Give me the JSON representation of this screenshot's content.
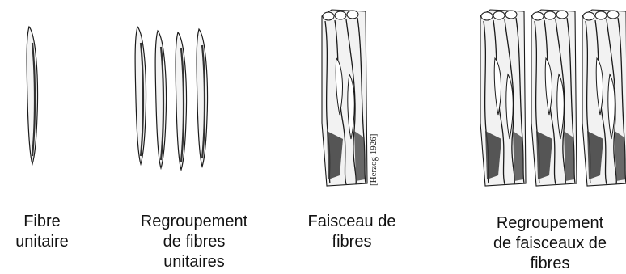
{
  "figure": {
    "credit": "[Herzog 1926]",
    "panels": [
      {
        "id": "single-fiber",
        "caption": [
          "Fibre",
          "unitaire"
        ]
      },
      {
        "id": "fiber-group",
        "caption": [
          "Regroupement",
          "de fibres",
          "unitaires"
        ]
      },
      {
        "id": "fiber-bundle",
        "caption": [
          "Faisceau de",
          "fibres"
        ]
      },
      {
        "id": "bundle-group",
        "caption": [
          "Regroupement",
          "de faisceaux de",
          "fibres"
        ]
      }
    ]
  },
  "colors": {
    "ink": "#1a1a1a",
    "shade": "#3a3a3a",
    "paper": "#ffffff"
  }
}
